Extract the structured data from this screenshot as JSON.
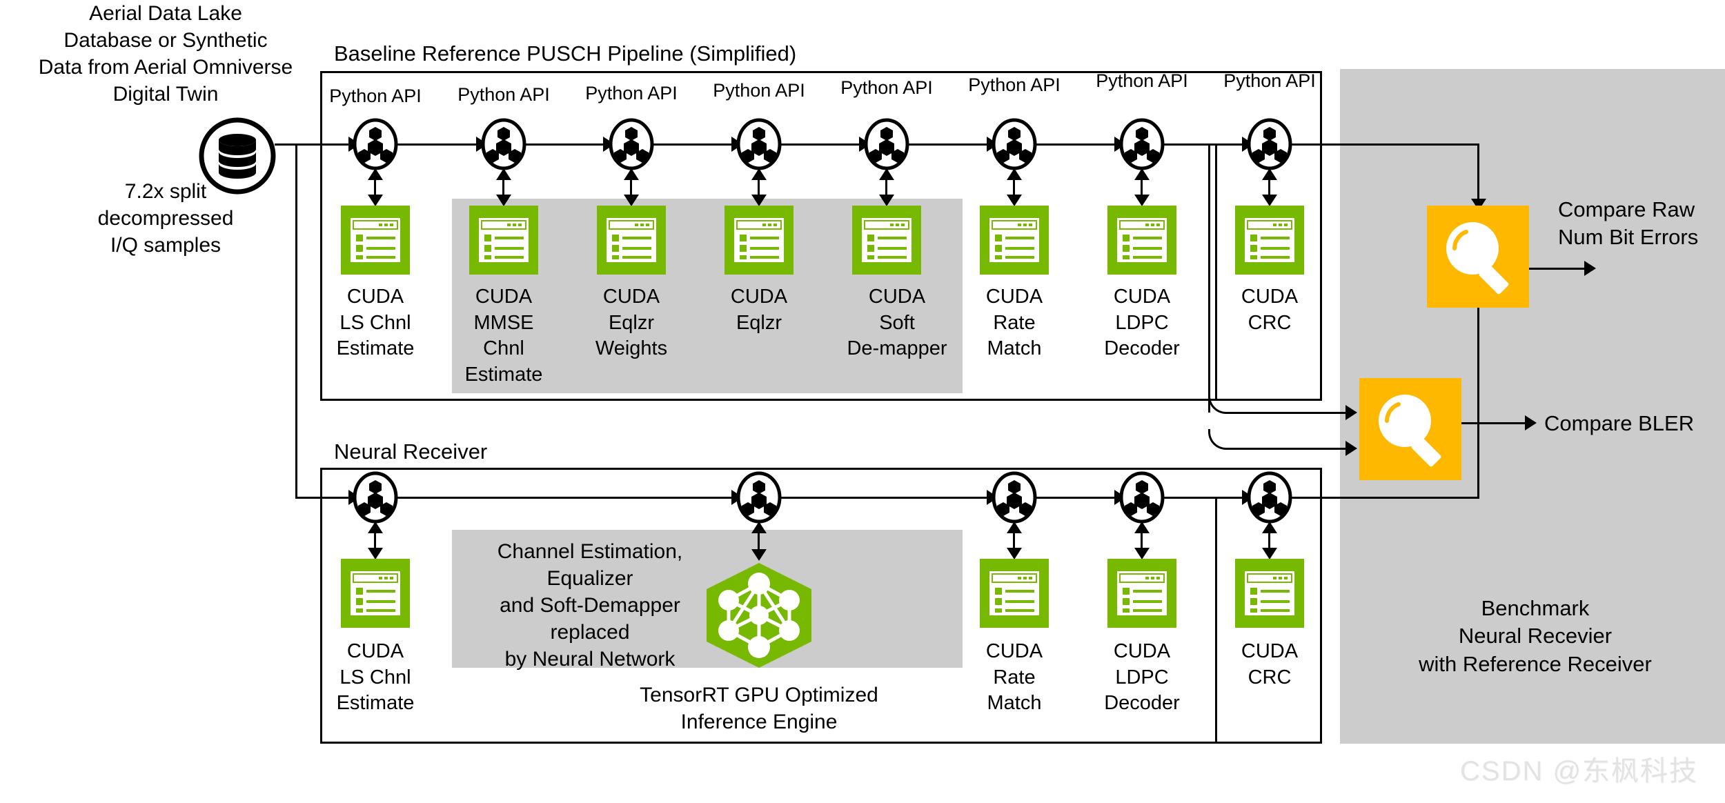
{
  "source": {
    "title": "Aerial Data Lake\nDatabase or Synthetic\nData from Aerial Omniverse\nDigital Twin",
    "icon": "database-cylinder-icon",
    "caption": "7.2x split\ndecompressed\nI/Q samples"
  },
  "colors": {
    "nvidia_green": "#76b900",
    "panel_gray": "#cccccc",
    "highlight_orange": "#ffb800",
    "line_black": "#000000",
    "page_white": "#ffffff"
  },
  "baseline_pipeline": {
    "title": "Baseline Reference PUSCH Pipeline (Simplified)",
    "api_label": "Python API",
    "stages": [
      {
        "api": "Python API",
        "label": "CUDA\nLS Chnl\nEstimate",
        "icon": "cuda-kernel-icon",
        "shaded": false
      },
      {
        "api": "Python API",
        "label": "CUDA\nMMSE\nChnl\nEstimate",
        "icon": "cuda-kernel-icon",
        "shaded": true
      },
      {
        "api": "Python API",
        "label": "CUDA\nEqlzr\nWeights",
        "icon": "cuda-kernel-icon",
        "shaded": true
      },
      {
        "api": "Python API",
        "label": "CUDA\nEqlzr",
        "icon": "cuda-kernel-icon",
        "shaded": true
      },
      {
        "api": "Python API",
        "label": "CUDA\nSoft\nDe-mapper",
        "icon": "cuda-kernel-icon",
        "shaded": true
      },
      {
        "api": "Python API",
        "label": "CUDA\nRate\nMatch",
        "icon": "cuda-kernel-icon",
        "shaded": false
      },
      {
        "api": "Python API",
        "label": "CUDA\nLDPC\nDecoder",
        "icon": "cuda-kernel-icon",
        "shaded": false
      },
      {
        "api": "Python API",
        "label": "CUDA\nCRC",
        "icon": "cuda-kernel-icon",
        "shaded": false
      }
    ]
  },
  "neural_receiver": {
    "title": "Neural Receiver",
    "replacement_note": "Channel Estimation,\nEqualizer\nand Soft-Demapper\nreplaced\nby Neural Network",
    "engine_caption": "TensorRT GPU Optimized\nInference Engine",
    "engine_icon": "neural-network-hexagon-icon",
    "stages": [
      {
        "label": "CUDA\nLS Chnl\nEstimate",
        "icon": "cuda-kernel-icon"
      },
      {
        "label": "CUDA\nRate\nMatch",
        "icon": "cuda-kernel-icon"
      },
      {
        "label": "CUDA\nLDPC\nDecoder",
        "icon": "cuda-kernel-icon"
      },
      {
        "label": "CUDA\nCRC",
        "icon": "cuda-kernel-icon"
      }
    ]
  },
  "benchmark": {
    "compare_raw": "Compare Raw\nNum Bit Errors",
    "compare_bler": "Compare BLER",
    "summary": "Benchmark\nNeural Recevier\nwith Reference Receiver",
    "icon": "magnifier-icon"
  },
  "watermark": {
    "text": "CSDN @东枫科技"
  }
}
